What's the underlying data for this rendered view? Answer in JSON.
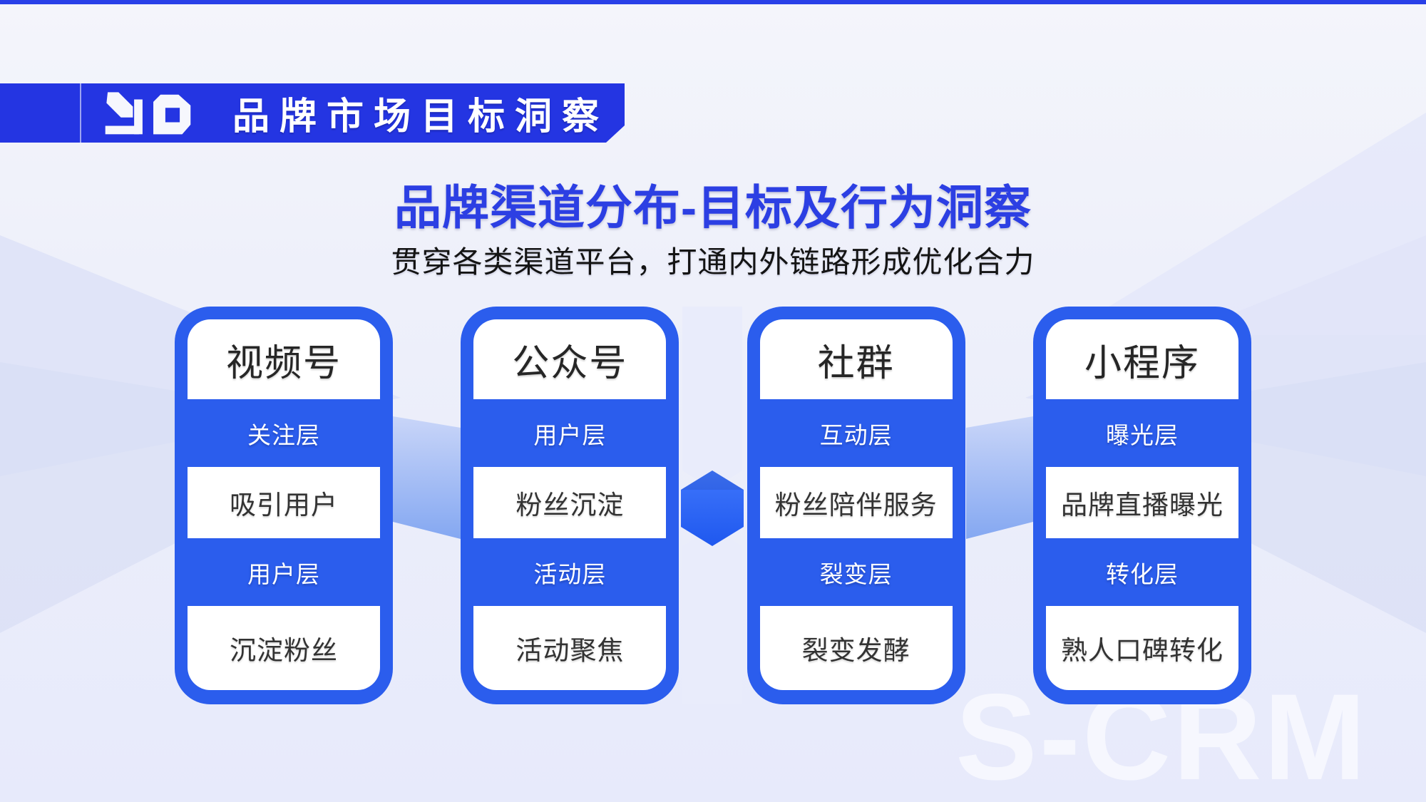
{
  "header": {
    "title": "品牌市场目标洞察"
  },
  "intro": {
    "title": "品牌渠道分布-目标及行为洞察",
    "subtitle": "贯穿各类渠道平台，打通内外链路形成优化合力"
  },
  "cards": [
    {
      "title": "视频号",
      "band1": "关注层",
      "row1": "吸引用户",
      "band2": "用户层",
      "row2": "沉淀粉丝"
    },
    {
      "title": "公众号",
      "band1": "用户层",
      "row1": "粉丝沉淀",
      "band2": "活动层",
      "row2": "活动聚焦"
    },
    {
      "title": "社群",
      "band1": "互动层",
      "row1": "粉丝陪伴服务",
      "band2": "裂变层",
      "row2": "裂变发酵"
    },
    {
      "title": "小程序",
      "band1": "曝光层",
      "row1": "品牌直播曝光",
      "band2": "转化层",
      "row2": "熟人口碑转化"
    }
  ],
  "watermark": "S-CRM",
  "colors": {
    "top_strip": "#2940e8",
    "header_bar": "#2435e2",
    "card_blue": "#2b5ded",
    "hexagon_blue": "#2e6bfa",
    "title_blue": "#2c3fe3",
    "background_top": "#f4f5fb",
    "background_bottom": "#e7eafb"
  }
}
